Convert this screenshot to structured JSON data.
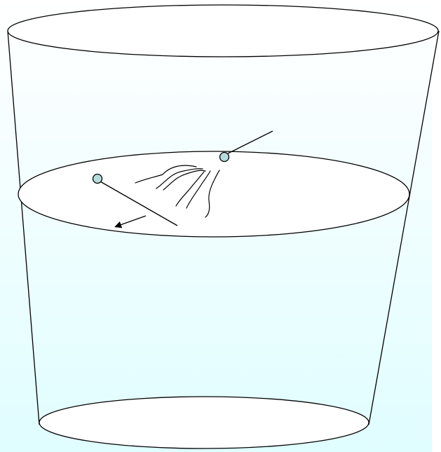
{
  "diagram": {
    "subject": "",
    "colors": {
      "background_top": "#ffffff",
      "background_bottom": "#e0fdff",
      "stroke": "#000000",
      "ellipse_fill": "#ffffff",
      "dot_fill": "#b4dcdc"
    },
    "elements": [
      {
        "name": "glass-rim",
        "kind": "ellipse"
      },
      {
        "name": "water-surface",
        "kind": "ellipse"
      },
      {
        "name": "glass-bottom",
        "kind": "ellipse"
      },
      {
        "name": "glass-side-left",
        "kind": "line"
      },
      {
        "name": "glass-side-right",
        "kind": "line"
      },
      {
        "name": "left-dot",
        "kind": "circle"
      },
      {
        "name": "right-dot",
        "kind": "circle"
      },
      {
        "name": "direction-arrow",
        "kind": "arrow"
      },
      {
        "name": "ripple-strokes",
        "kind": "curves"
      }
    ]
  }
}
